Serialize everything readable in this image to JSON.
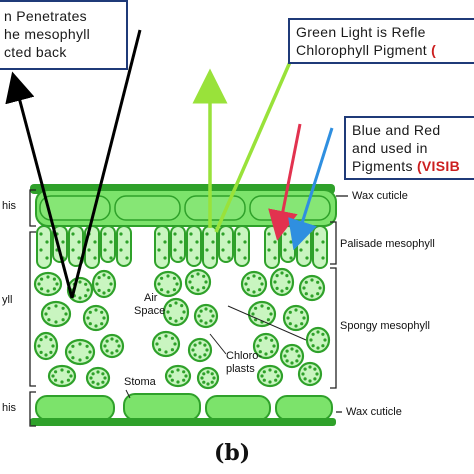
{
  "top_boxes": {
    "left": {
      "lines": [
        "n  Penetrates",
        "he mesophyll",
        "cted back"
      ]
    },
    "middle": {
      "line1": "Green  Light  is  Refle",
      "line2_text": "Chlorophyll Pigment ",
      "line2_red": "("
    },
    "right": {
      "line1": "Blue  and  Red",
      "line2": "and  used  in",
      "line3_text": "Pigments ",
      "line3_red": "(VISIB"
    }
  },
  "left_labels": [
    "his",
    "yll",
    "his"
  ],
  "right_labels": {
    "wax_top": "Wax cuticle",
    "palisade": "Palisade mesophyll",
    "spongy": "Spongy mesophyll",
    "wax_bottom": "Wax cuticle"
  },
  "inner_labels": {
    "air": "Air",
    "space": "Space",
    "chloro": "Chloro-",
    "plasts": "plasts",
    "stoma": "Stoma"
  },
  "caption": "(b)",
  "colors": {
    "leaf_fill": "#7ce36b",
    "leaf_dark": "#2fa12a",
    "cell_fill": "#c9f5c0",
    "green_light": "#99e23a",
    "red_light": "#e2324f",
    "blue_light": "#2f8fe0",
    "arrow_black": "#000000",
    "box_border": "#1f3a78"
  }
}
